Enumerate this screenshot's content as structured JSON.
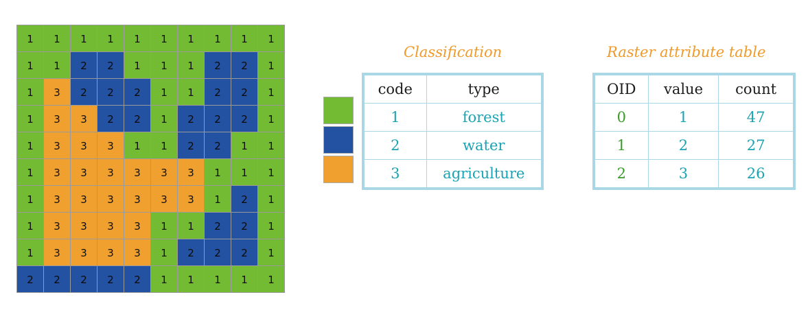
{
  "colors": {
    "1": "#72bb32",
    "2": "#2452a2",
    "3": "#efa02f"
  },
  "raster": [
    [
      1,
      1,
      1,
      1,
      1,
      1,
      1,
      1,
      1,
      1
    ],
    [
      1,
      1,
      2,
      2,
      1,
      1,
      1,
      2,
      2,
      1
    ],
    [
      1,
      3,
      2,
      2,
      2,
      1,
      1,
      2,
      2,
      1
    ],
    [
      1,
      3,
      3,
      2,
      2,
      1,
      2,
      2,
      2,
      1
    ],
    [
      1,
      3,
      3,
      3,
      1,
      1,
      2,
      2,
      1,
      1
    ],
    [
      1,
      3,
      3,
      3,
      3,
      3,
      3,
      1,
      1,
      1
    ],
    [
      1,
      3,
      3,
      3,
      3,
      3,
      3,
      1,
      2,
      1
    ],
    [
      1,
      3,
      3,
      3,
      3,
      1,
      1,
      2,
      2,
      1
    ],
    [
      1,
      3,
      3,
      3,
      3,
      1,
      2,
      2,
      2,
      1
    ],
    [
      2,
      2,
      2,
      2,
      2,
      1,
      1,
      1,
      1,
      1
    ]
  ],
  "classification": {
    "title": "Classification",
    "headers": [
      "code",
      "type"
    ],
    "rows": [
      {
        "code": "1",
        "type": "forest"
      },
      {
        "code": "2",
        "type": "water"
      },
      {
        "code": "3",
        "type": "agriculture"
      }
    ]
  },
  "rat": {
    "title": "Raster attribute table",
    "headers": [
      "OID",
      "value",
      "count"
    ],
    "rows": [
      {
        "oid": "0",
        "value": "1",
        "count": "47"
      },
      {
        "oid": "1",
        "value": "2",
        "count": "27"
      },
      {
        "oid": "2",
        "value": "3",
        "count": "26"
      }
    ]
  }
}
